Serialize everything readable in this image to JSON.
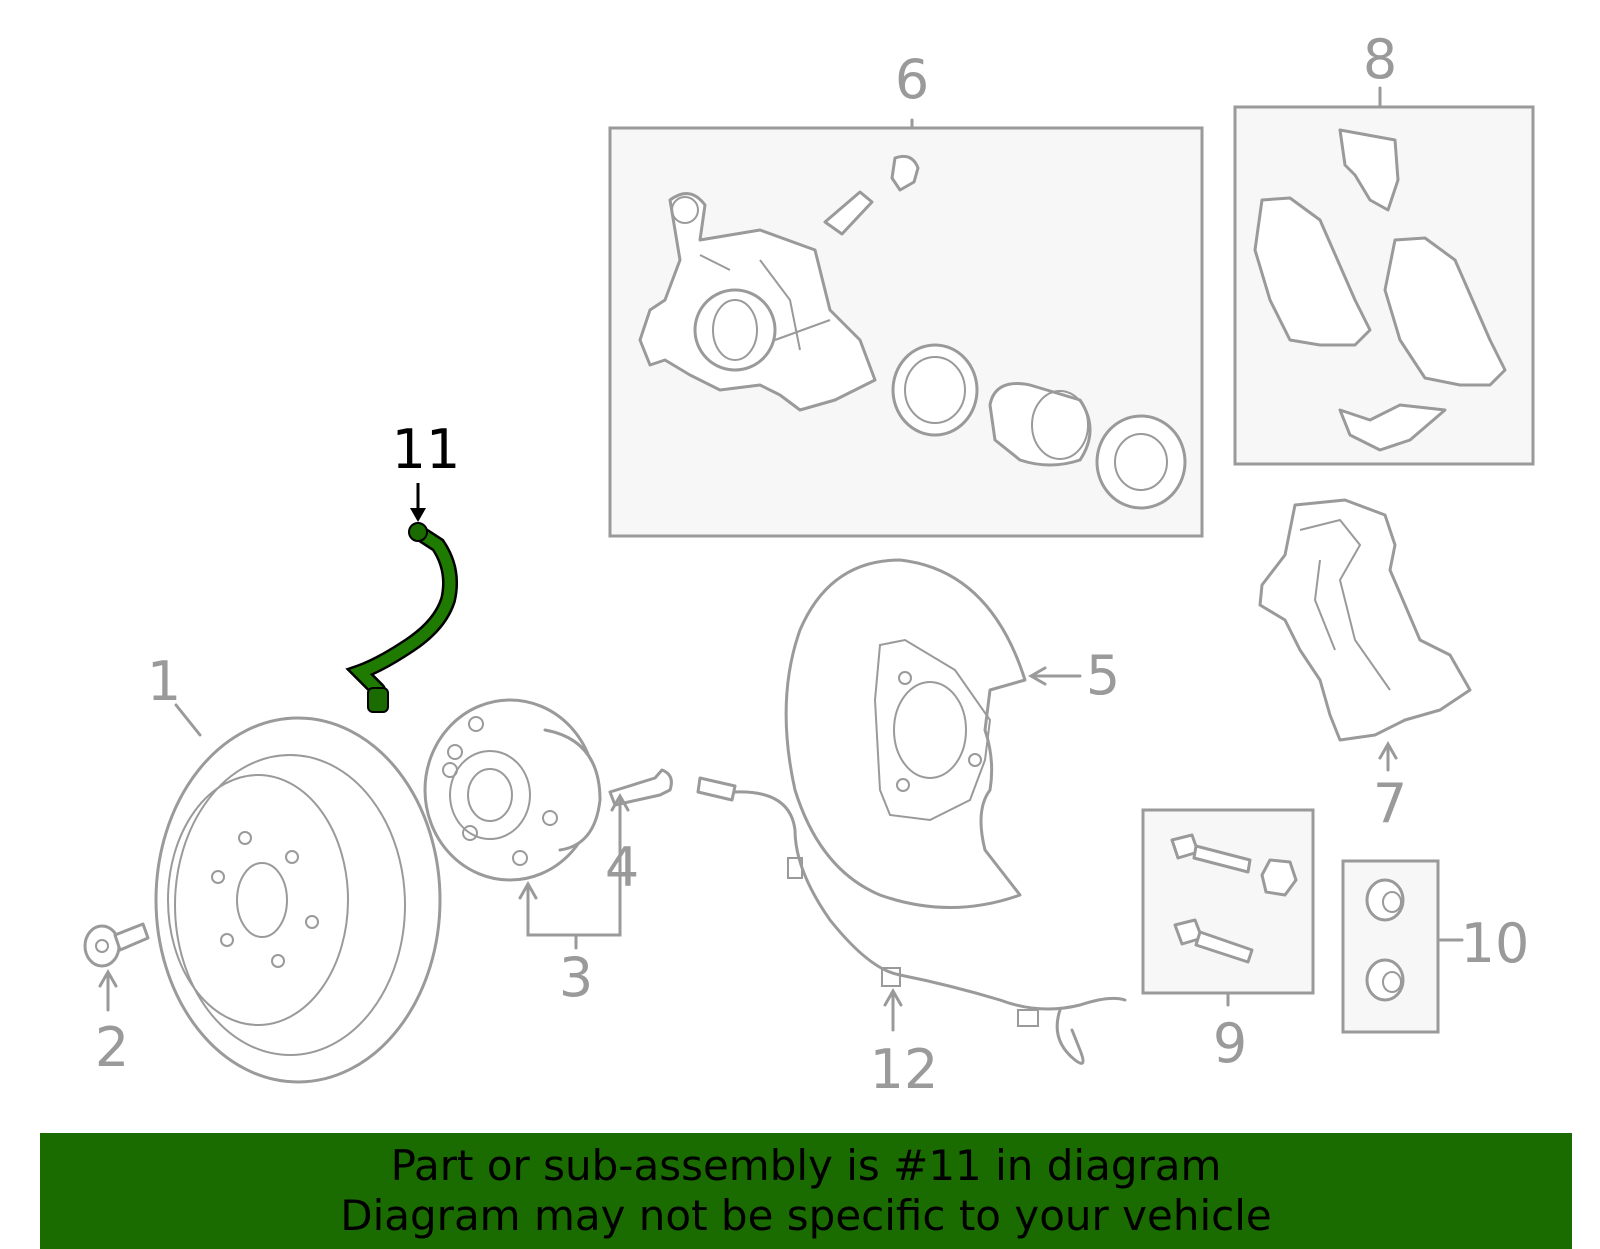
{
  "callouts": {
    "c1": "1",
    "c2": "2",
    "c3": "3",
    "c4": "4",
    "c5": "5",
    "c6": "6",
    "c7": "7",
    "c8": "8",
    "c9": "9",
    "c10": "10",
    "c11": "11",
    "c12": "12"
  },
  "highlighted_part": "11",
  "colors": {
    "highlight": "#1a6b00",
    "outline": "#9a9a9a",
    "banner": "#1a6b00"
  },
  "banner": {
    "line1": "Part or sub-assembly is #11 in diagram",
    "line2": "Diagram may not be specific to your vehicle"
  }
}
